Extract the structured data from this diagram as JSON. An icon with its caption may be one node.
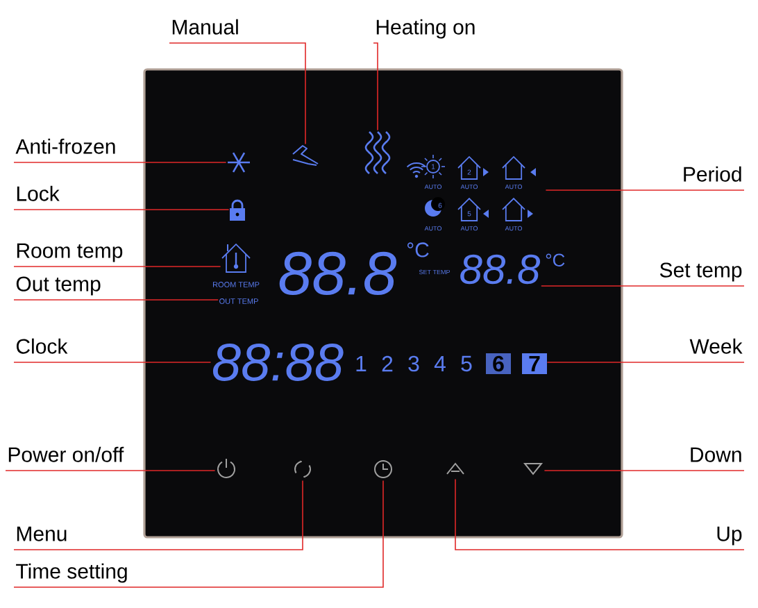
{
  "diagram": {
    "nodes": [
      {
        "text": [
          "Manual"
        ]
      },
      {
        "text": [
          "Heating on"
        ]
      },
      {
        "text": [
          "Anti-frozen"
        ]
      },
      {
        "text": [
          "Lock"
        ]
      },
      {
        "text": [
          "Period"
        ]
      },
      {
        "text": [
          "Room temp"
        ]
      },
      {
        "text": [
          "Out temp"
        ]
      },
      {
        "text": [
          "Set temp"
        ]
      },
      {
        "text": [
          "Clock"
        ]
      },
      {
        "text": [
          "Week"
        ]
      },
      {
        "text": [
          "Power on/off"
        ]
      },
      {
        "text": [
          "Down"
        ]
      },
      {
        "text": [
          "Menu"
        ]
      },
      {
        "text": [
          "Up"
        ]
      },
      {
        "text": [
          "Time setting"
        ]
      },
      {
        "text": [],
        "shape": "snowflake"
      },
      {
        "text": [],
        "shape": "hand"
      },
      {
        "text": [],
        "shape": "waves"
      },
      {
        "text": [],
        "shape": "padlock"
      },
      {
        "text": [],
        "shape": "icons"
      },
      {
        "text": [],
        "shape": "house"
      },
      {
        "text": [
          "OUT TEMP"
        ]
      },
      {
        "text": [
          "88.8"
        ],
        "beside": [
          "°C"
        ]
      },
      {
        "text": [
          "88:88"
        ]
      },
      {
        "text": [
          "7"
        ]
      },
      {
        "text": [],
        "shape": "button"
      },
      {
        "text": [],
        "shape": "button"
      },
      {
        "text": [],
        "shape": "button"
      },
      {
        "text": [],
        "shape": "button"
      },
      {
        "text": [],
        "shape": "button"
      }
    ],
    "edges": [
      {
        "from": 0,
        "to": 16,
        "arrow": "none"
      },
      {
        "from": 1,
        "to": 17,
        "arrow": "none"
      },
      {
        "from": 2,
        "to": 15,
        "arrow": "none"
      },
      {
        "from": 3,
        "to": 18,
        "arrow": "none"
      },
      {
        "from": 4,
        "to": 19,
        "arrow": "none"
      },
      {
        "from": 5,
        "to": 20,
        "arrow": "none"
      },
      {
        "from": 6,
        "to": 21,
        "arrow": "none"
      },
      {
        "from": 7,
        "to": 22,
        "arrow": "none"
      },
      {
        "from": 8,
        "to": 23,
        "arrow": "none"
      },
      {
        "from": 9,
        "to": 24,
        "arrow": "none"
      },
      {
        "from": 10,
        "to": 25,
        "arrow": "none"
      },
      {
        "from": 11,
        "to": 29,
        "arrow": "none"
      },
      {
        "from": 12,
        "to": 26,
        "arrow": "none"
      },
      {
        "from": 13,
        "to": 28,
        "arrow": "none"
      },
      {
        "from": 14,
        "to": 27,
        "arrow": "none"
      }
    ],
    "labels": [
      "88.8",
      "°C",
      "ROOM TEMP",
      "SET TEMP",
      "AUTO",
      "AUTO",
      "AUTO",
      "AUTO",
      "AUTO",
      "AUTO",
      "1",
      "2",
      "6",
      "5",
      "1",
      "2",
      "3",
      "4",
      "5",
      "6"
    ]
  }
}
